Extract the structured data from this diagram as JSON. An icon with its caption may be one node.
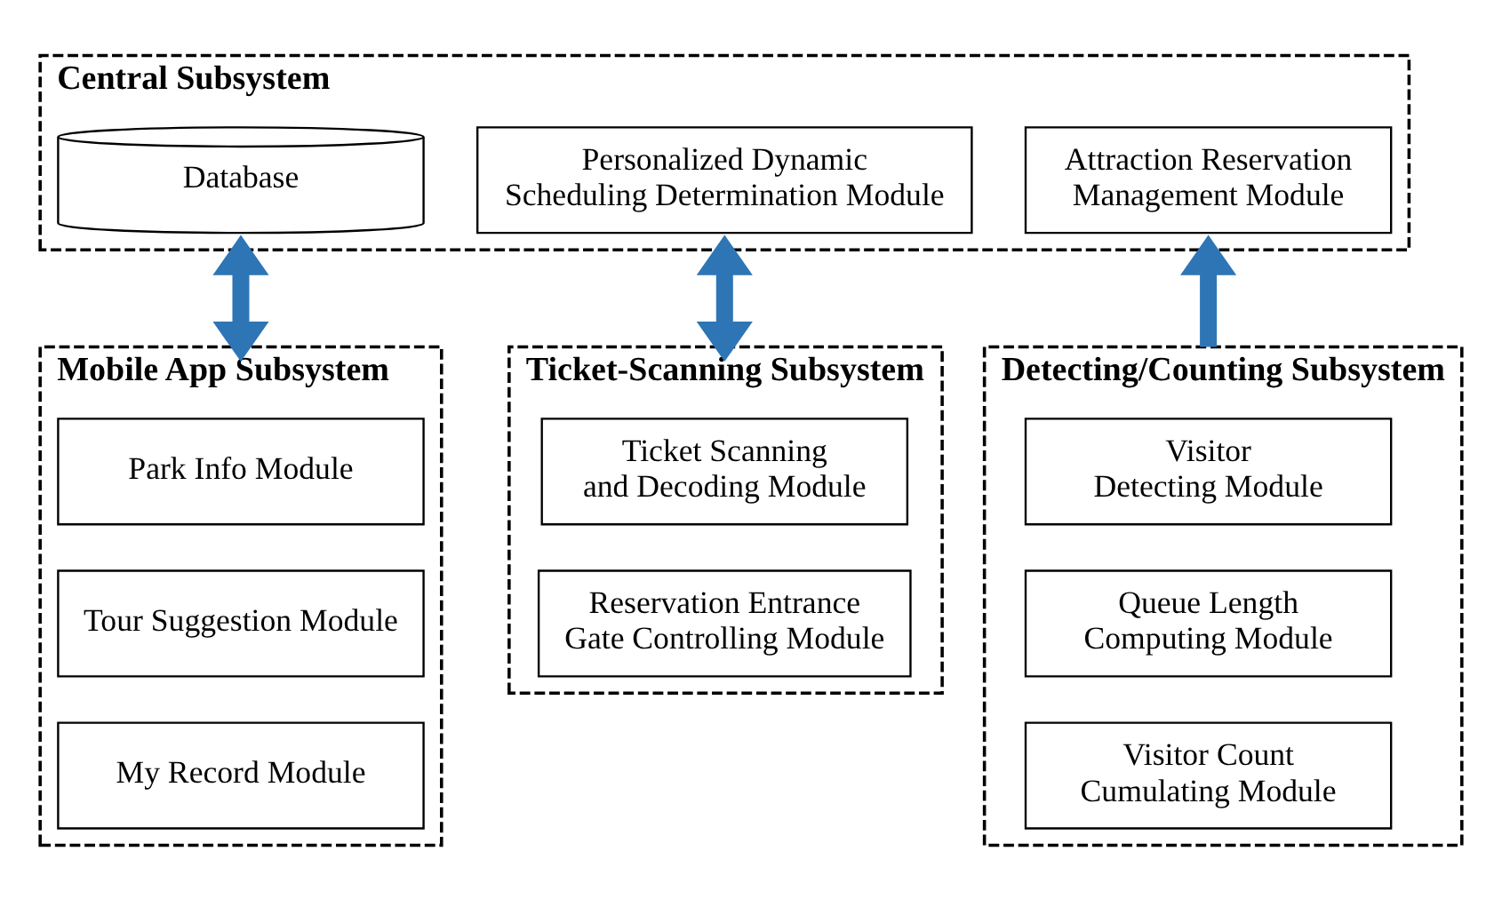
{
  "diagram": {
    "nodes": [
      {
        "text": [
          "Central Subsystem"
        ]
      },
      {
        "text": [
          "Database"
        ],
        "in": 0
      },
      {
        "text": [
          "Personalized Dynamic Scheduling Determination Module"
        ],
        "in": 0
      },
      {
        "text": [
          "Attraction Reservation Management Module"
        ],
        "in": 0
      },
      {
        "text": [
          "Mobile App Subsystem"
        ]
      },
      {
        "text": [
          "Park Info Module"
        ],
        "in": 4
      },
      {
        "text": [
          "Tour Suggestion Module"
        ],
        "in": 4
      },
      {
        "text": [
          "My Record Module"
        ],
        "in": 4
      },
      {
        "text": [
          "Ticket-Scanning Subsystem"
        ]
      },
      {
        "text": [
          "Ticket Scanning and Decoding Module"
        ],
        "in": 8
      },
      {
        "text": [
          "Reservation Entrance Gate Controlling Module"
        ],
        "in": 8
      },
      {
        "text": [
          "Detecting/Counting Subsystem"
        ]
      },
      {
        "text": [
          "Visitor Detecting Module"
        ],
        "in": 11
      },
      {
        "text": [
          "Queue Length Computing Module"
        ],
        "in": 11
      },
      {
        "text": [
          "Visitor Count Cumulating Module"
        ],
        "in": 11
      }
    ],
    "edges": [
      {
        "from": 4,
        "to": 0,
        "arrow": "both",
        "color": "#2e75b6"
      },
      {
        "from": 8,
        "to": 0,
        "arrow": "both",
        "color": "#2e75b6"
      },
      {
        "from": 11,
        "to": 0,
        "arrow": "to",
        "color": "#2e75b6"
      }
    ]
  }
}
